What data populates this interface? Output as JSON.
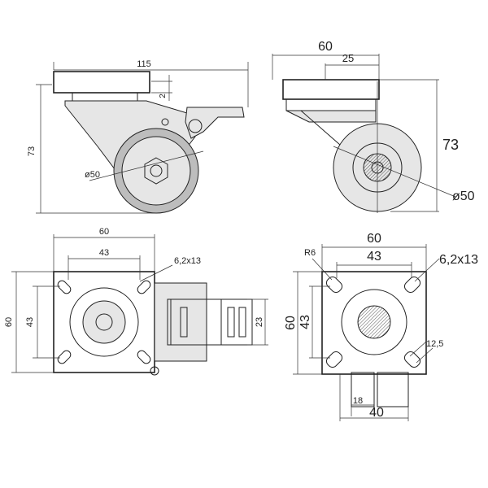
{
  "views": {
    "side_left": {
      "width": "115",
      "height": "73",
      "plate": "2",
      "wheel_dia": "ø50"
    },
    "side_right": {
      "width": "60",
      "offset": "25",
      "height": "73",
      "wheel_dia": "ø50"
    },
    "top_left": {
      "outer_w": "60",
      "inner_w": "43",
      "slot": "6,2x13",
      "outer_h": "60",
      "inner_h": "43",
      "brake": "23"
    },
    "top_right": {
      "radius": "R6",
      "outer_w": "60",
      "inner_w": "43",
      "slot": "6,2x13",
      "outer_h": "60",
      "inner_h": "43",
      "slot_len": "12,5",
      "wheel_w": "18",
      "wheel_span": "40"
    }
  }
}
